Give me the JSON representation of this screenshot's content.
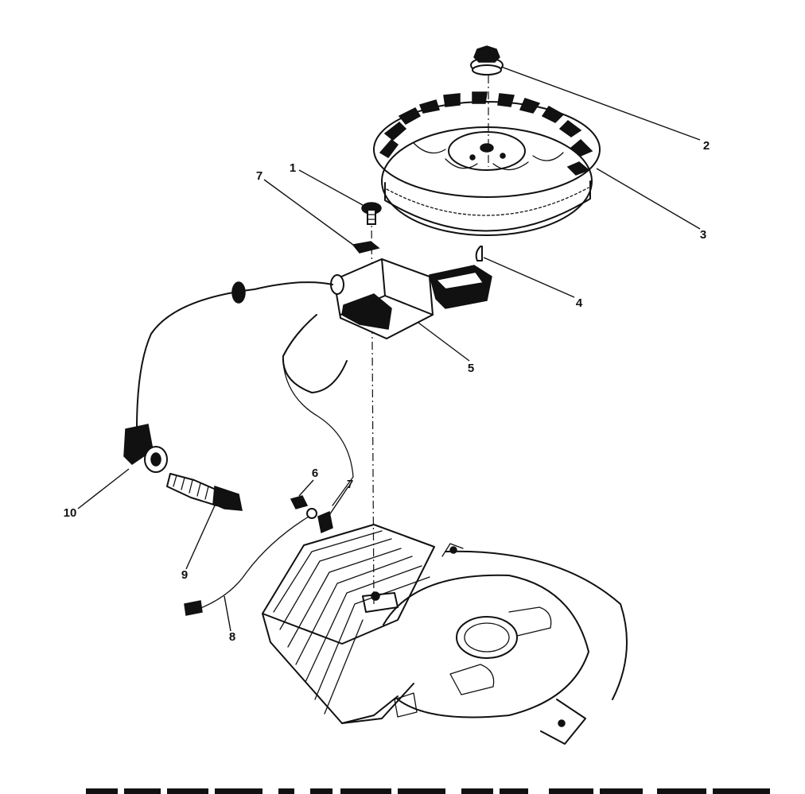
{
  "callouts": [
    {
      "id": "1",
      "label": "1"
    },
    {
      "id": "2",
      "label": "2"
    },
    {
      "id": "3",
      "label": "3"
    },
    {
      "id": "4",
      "label": "4"
    },
    {
      "id": "5",
      "label": "5"
    },
    {
      "id": "6",
      "label": "6"
    },
    {
      "id": "7a",
      "label": "7"
    },
    {
      "id": "7b",
      "label": "7"
    },
    {
      "id": "8",
      "label": "8"
    },
    {
      "id": "9",
      "label": "9"
    },
    {
      "id": "10",
      "label": "10"
    }
  ]
}
